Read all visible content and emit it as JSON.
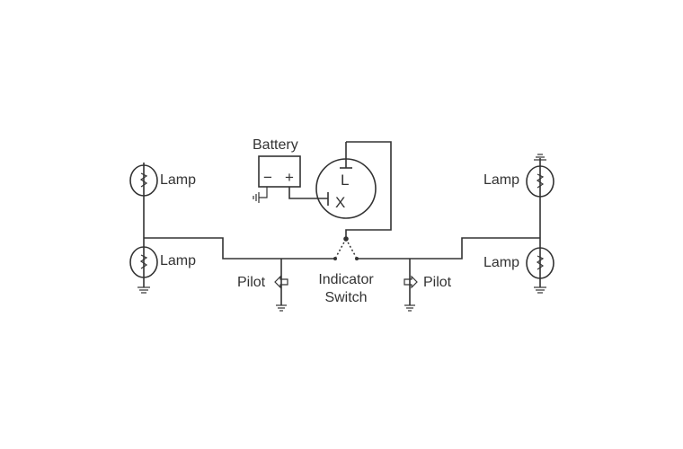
{
  "battery": {
    "label": "Battery",
    "minus": "−",
    "plus": "+"
  },
  "flasher": {
    "terminal_l": "L",
    "terminal_x": "X"
  },
  "switch": {
    "line1": "Indicator",
    "line2": "Switch"
  },
  "lamps": {
    "left_top": "Lamp",
    "left_bottom": "Lamp",
    "right_top": "Lamp",
    "right_bottom": "Lamp"
  },
  "pilots": {
    "left": "Pilot",
    "right": "Pilot"
  },
  "colors": {
    "line": "#333333",
    "background": "#ffffff"
  },
  "icons": [
    "lamp-icon",
    "ground-icon",
    "pilot-arrow-icon",
    "battery-icon",
    "flasher-unit-icon"
  ]
}
